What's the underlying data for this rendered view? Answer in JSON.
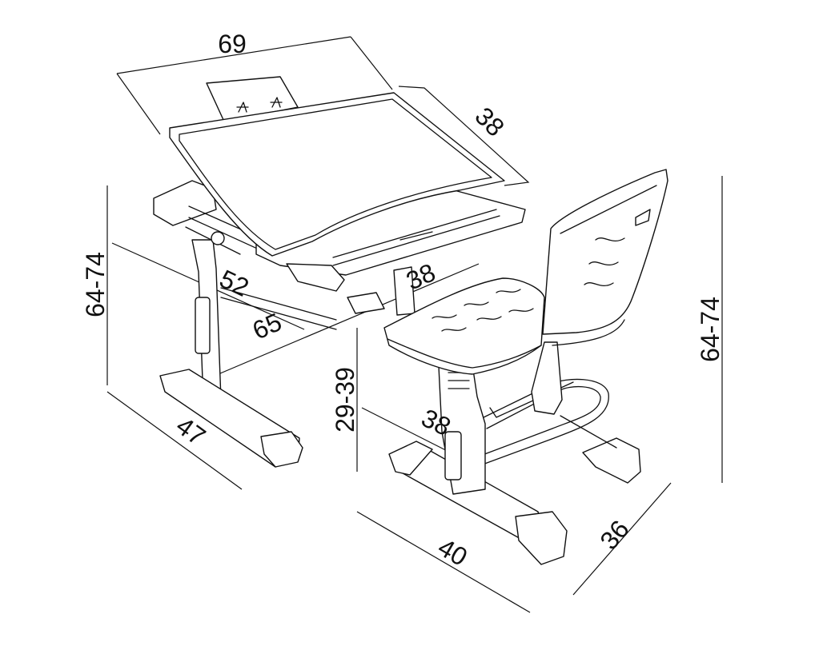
{
  "dimensions": {
    "desk_width": "69",
    "desk_depth": "38",
    "desk_height": "64-74",
    "desk_inner_depth": "52",
    "desk_shelf_depth": "38",
    "desk_base_width": "65",
    "desk_base_depth": "47",
    "seat_height": "29-39",
    "seat_depth": "38",
    "chair_base_width": "40",
    "chair_base_depth": "36",
    "chair_height": "64-74"
  },
  "colors": {
    "line": "#111111",
    "background": "#ffffff"
  }
}
